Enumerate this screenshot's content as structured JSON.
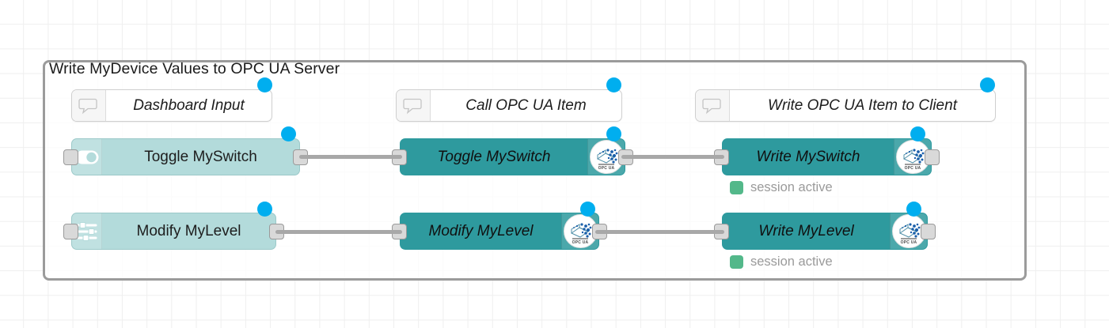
{
  "canvas": {
    "background_color": "#ffffff",
    "grid_color": "#efefef"
  },
  "group": {
    "title": "Write MyDevice Values to OPC UA Server",
    "border_color": "#9b9b9b"
  },
  "palette": {
    "node_light": "#b3dbdb",
    "node_dark": "#2e9a9e",
    "status_dot": "#00aeef",
    "wire": "#a8a8a8",
    "status_ok": "#53b88a",
    "port": "#d9d9d9"
  },
  "comments": [
    {
      "label": "Dashboard Input",
      "icon": "comment-icon"
    },
    {
      "label": "Call OPC UA Item",
      "icon": "comment-icon"
    },
    {
      "label": "Write OPC UA Item to Client",
      "icon": "comment-icon"
    }
  ],
  "nodes": [
    {
      "label": "Toggle MySwitch",
      "kind": "dashboard-switch",
      "icon": "toggle-switch-icon",
      "style": "light"
    },
    {
      "label": "Toggle MySwitch",
      "kind": "opcua-item",
      "icon": "opcua-icon",
      "style": "dark"
    },
    {
      "label": "Write MySwitch",
      "kind": "opcua-client-write",
      "icon": "opcua-icon",
      "style": "dark",
      "status": "session active"
    },
    {
      "label": "Modify MyLevel",
      "kind": "dashboard-slider",
      "icon": "sliders-icon",
      "style": "light"
    },
    {
      "label": "Modify MyLevel",
      "kind": "opcua-item",
      "icon": "opcua-icon",
      "style": "dark"
    },
    {
      "label": "Write MyLevel",
      "kind": "opcua-client-write",
      "icon": "opcua-icon",
      "style": "dark",
      "status": "session active"
    }
  ],
  "badges": {
    "opcua_text": "OPC UA"
  }
}
